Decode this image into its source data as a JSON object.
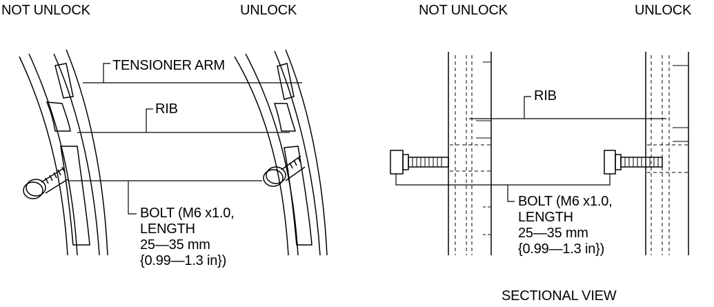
{
  "labels": {
    "not_unlock_left": "NOT UNLOCK",
    "unlock_left": "UNLOCK",
    "not_unlock_right": "NOT UNLOCK",
    "unlock_right": "UNLOCK",
    "tensioner_arm": "TENSIONER ARM",
    "rib_left": "RIB",
    "rib_right": "RIB",
    "bolt_left": "BOLT (M6 x1.0,\nLENGTH\n25—35 mm\n{0.99—1.3 in})",
    "bolt_right": "BOLT (M6 x1.0,\nLENGTH\n25—35 mm\n{0.99—1.3 in})",
    "sectional_view": "SECTIONAL VIEW"
  }
}
